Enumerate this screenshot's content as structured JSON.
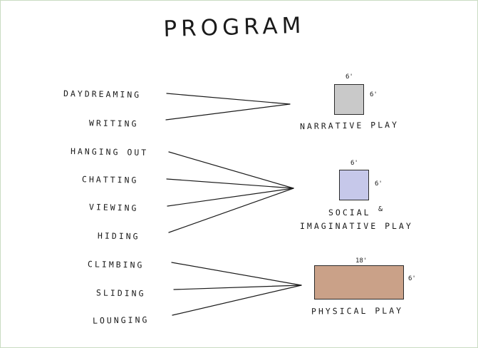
{
  "title": "PROGRAM",
  "activities": [
    {
      "id": "daydreaming",
      "label": "DAYDREAMING"
    },
    {
      "id": "writing",
      "label": "WRITING"
    },
    {
      "id": "hanging-out",
      "label": "HANGING OUT"
    },
    {
      "id": "chatting",
      "label": "CHATTING"
    },
    {
      "id": "viewing",
      "label": "VIEWING"
    },
    {
      "id": "hiding",
      "label": "HIDING"
    },
    {
      "id": "climbing",
      "label": "CLIMBING"
    },
    {
      "id": "sliding",
      "label": "SLIDING"
    },
    {
      "id": "lounging",
      "label": "LOUNGING"
    }
  ],
  "zones": [
    {
      "id": "narrative",
      "label": "NARRATIVE PLAY",
      "label_lines": [
        "NARRATIVE PLAY"
      ],
      "width_label": "6'",
      "depth_label": "6'",
      "fill": "#c9c9c9",
      "activities": [
        "daydreaming",
        "writing"
      ]
    },
    {
      "id": "social",
      "label": "SOCIAL & IMAGINATIVE PLAY",
      "label_lines": [
        "SOCIAL",
        "&",
        "IMAGINATIVE PLAY"
      ],
      "width_label": "6'",
      "depth_label": "6'",
      "fill": "#c6c8ea",
      "activities": [
        "hanging-out",
        "chatting",
        "viewing",
        "hiding"
      ]
    },
    {
      "id": "physical",
      "label": "PHYSICAL PLAY",
      "label_lines": [
        "PHYSICAL PLAY"
      ],
      "width_label": "18'",
      "depth_label": "6'",
      "fill": "#caa188",
      "activities": [
        "climbing",
        "sliding",
        "lounging"
      ]
    }
  ]
}
